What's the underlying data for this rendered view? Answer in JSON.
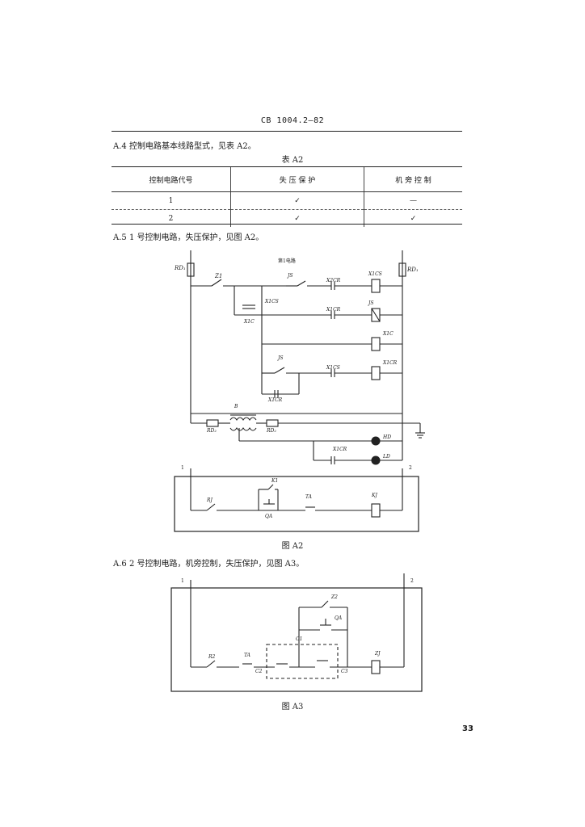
{
  "header": {
    "standard_no": "CB 1004.2—82"
  },
  "clauses": {
    "a4": "A.4  控制电路基本线路型式，见表 A2。",
    "a5": "A.5  1 号控制电路，失压保护，见图 A2。",
    "a6": "A.6  2 号控制电路，机旁控制，失压保护，见图 A3。"
  },
  "table": {
    "caption": "表 A2",
    "headers": [
      "控制电路代号",
      "失 压 保 护",
      "机 旁 控 制"
    ],
    "rows": [
      [
        "1",
        "✓",
        "—"
      ],
      [
        "2",
        "✓",
        "✓"
      ]
    ]
  },
  "fig_a2": {
    "caption": "图 A2",
    "labels": {
      "top_note": "第1电路",
      "rd1_left": "RD₁",
      "rd1_right": "RD₁",
      "z1": "Z1",
      "js_top": "JS",
      "x2cr": "X2CR",
      "x1cs": "X1CS",
      "x1cs_mid": "X1CS",
      "x1c": "X1C",
      "x1cr": "X1CR",
      "js": "JS",
      "x1c_r": "X1C",
      "js_lower": "JS",
      "x1cs_low": "X1CS",
      "x1cr_r": "X1CR",
      "x1cr_bot": "X1CR",
      "b": "B",
      "rd2_l": "RD₂",
      "rd2_r": "RD₂",
      "hd": "HD",
      "x1cr_lamp": "X1CR",
      "ld": "LD",
      "t1": "1",
      "t2": "2",
      "k1": "K1",
      "rj": "RJ",
      "qa": "QA",
      "ta": "TA",
      "kj": "KJ"
    }
  },
  "fig_a3": {
    "caption": "图 A3",
    "labels": {
      "t1": "1",
      "t2": "2",
      "z2": "Z2",
      "qa": "QA",
      "c1": "C1",
      "c2": "C2",
      "c3": "C3",
      "r2": "R2",
      "ta": "TA",
      "zj": "ZJ"
    }
  },
  "page_number": "33"
}
